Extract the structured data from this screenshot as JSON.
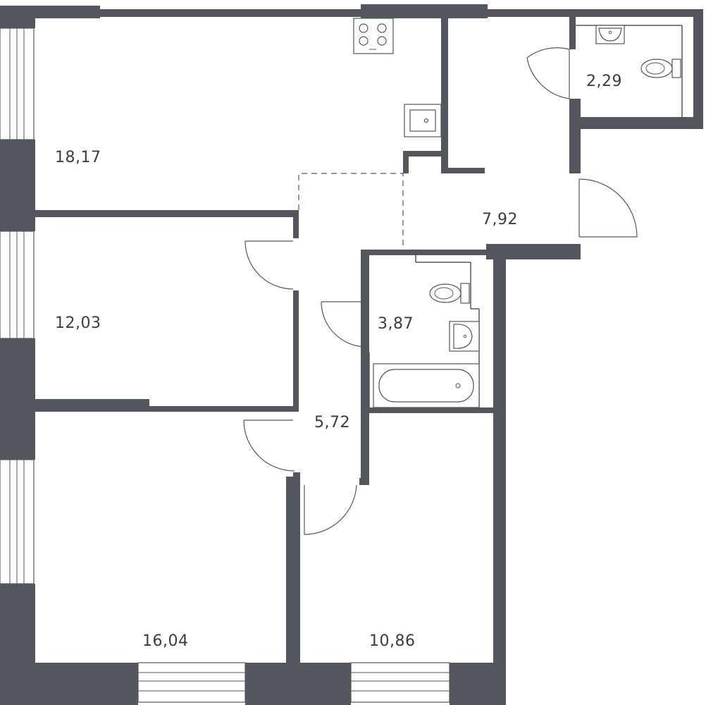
{
  "rooms": [
    {
      "id": "kitchen-living",
      "area": "18,17"
    },
    {
      "id": "bedroom-1",
      "area": "12,03"
    },
    {
      "id": "bedroom-2",
      "area": "16,04"
    },
    {
      "id": "bedroom-3",
      "area": "10,86"
    },
    {
      "id": "corridor",
      "area": "5,72"
    },
    {
      "id": "hall",
      "area": "7,92"
    },
    {
      "id": "bathroom",
      "area": "3,87"
    },
    {
      "id": "wc",
      "area": "2,29"
    }
  ],
  "colors": {
    "wall": "#53565d",
    "fixture": "#53565d",
    "background": "#ffffff"
  },
  "icons": [
    "stove-icon",
    "kitchen-sink-icon",
    "toilet-icon",
    "washbasin-icon",
    "bathtub-icon",
    "door-icon",
    "window-icon"
  ]
}
